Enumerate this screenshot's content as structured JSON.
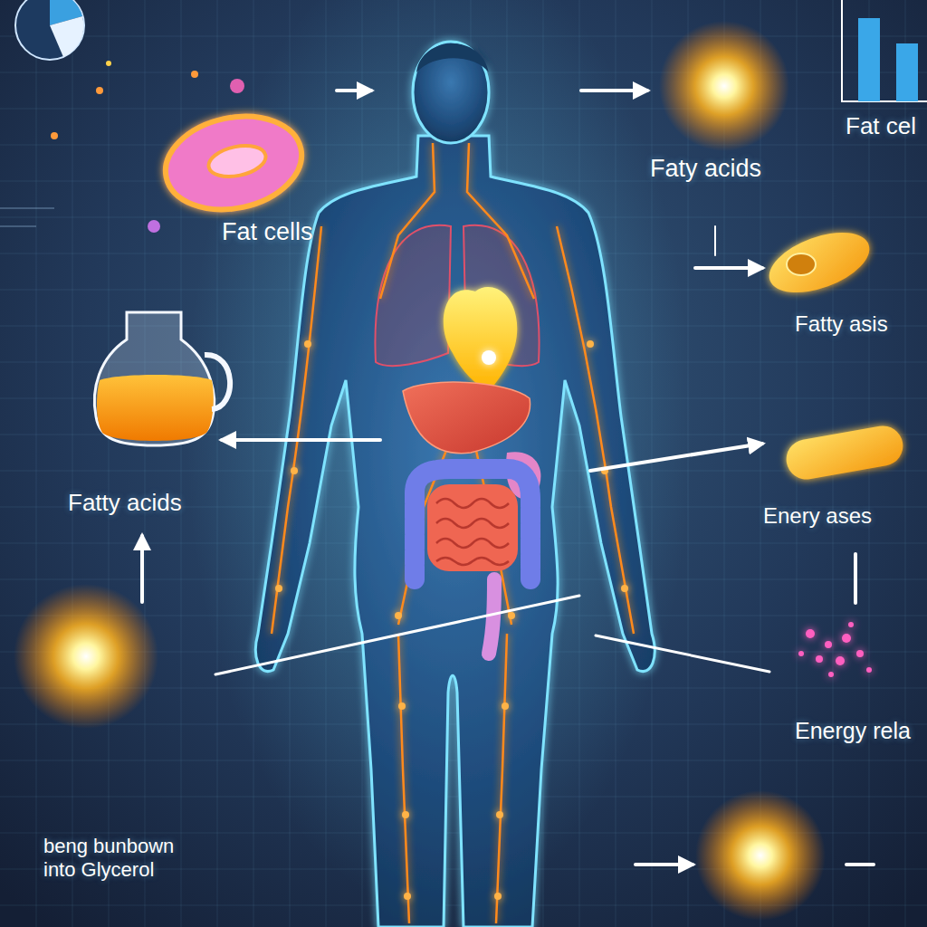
{
  "diagram": {
    "labels": [
      "Fat cel",
      "Faty acids",
      "Fat cells",
      "Fatty asis",
      "Fatty acids",
      "Enery ases",
      "Energy rela",
      "beng bunbown into Glycerol"
    ]
  }
}
